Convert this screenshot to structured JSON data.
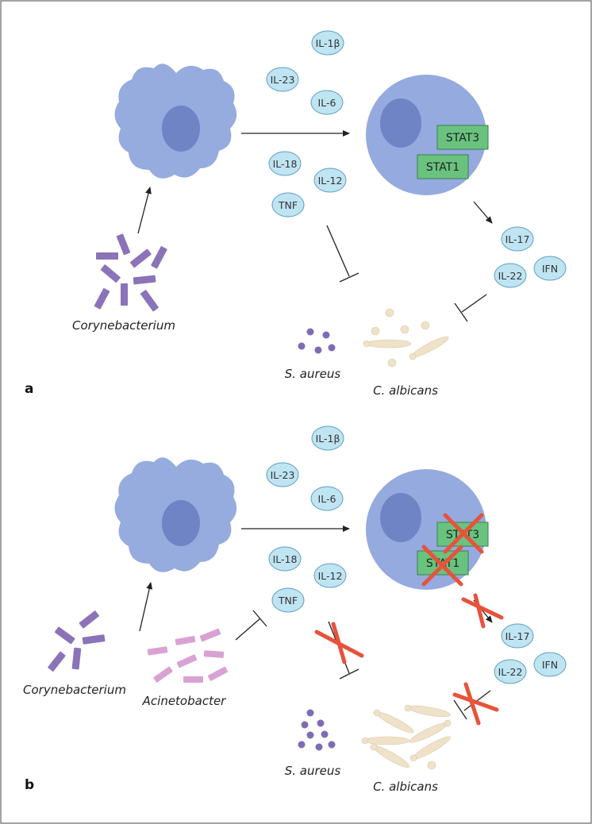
{
  "panels": [
    {
      "letter": "a",
      "organisms": {
        "coryne": "Corynebacterium",
        "saureus": "S. aureus",
        "calbicans": "C. albicans"
      },
      "cytokines": {
        "il1b": "IL-1β",
        "il23": "IL-23",
        "il6": "IL-6",
        "il18": "IL-18",
        "il12": "IL-12",
        "tnf": "TNF",
        "il17": "IL-17",
        "il22": "IL-22",
        "ifn": "IFN"
      },
      "stats": {
        "stat3": "STAT3",
        "stat1": "STAT1"
      }
    },
    {
      "letter": "b",
      "organisms": {
        "coryne": "Corynebacterium",
        "acineto": "Acinetobacter",
        "saureus": "S. aureus",
        "calbicans": "C. albicans"
      },
      "cytokines": {
        "il1b": "IL-1β",
        "il23": "IL-23",
        "il6": "IL-6",
        "il18": "IL-18",
        "il12": "IL-12",
        "tnf": "TNF",
        "il17": "IL-17",
        "il22": "IL-22",
        "ifn": "IFN"
      },
      "stats": {
        "stat3": "STAT3",
        "stat1": "STAT1"
      }
    }
  ],
  "colors": {
    "dendritic_cell": "#96abde",
    "nucleus": "#6f84c4",
    "t_cell": "#95aade",
    "cytokine_fill": "#bfe4f2",
    "cytokine_stroke": "#5f9fbf",
    "stat_fill": "#69c37f",
    "stat_stroke": "#3b7f4a",
    "corynebacterium": "#8a73b8",
    "acinetobacter": "#d8a3d3",
    "s_aureus": "#7f6bb4",
    "c_albicans": "#efe2c8",
    "block_cross": "#e8523a"
  }
}
